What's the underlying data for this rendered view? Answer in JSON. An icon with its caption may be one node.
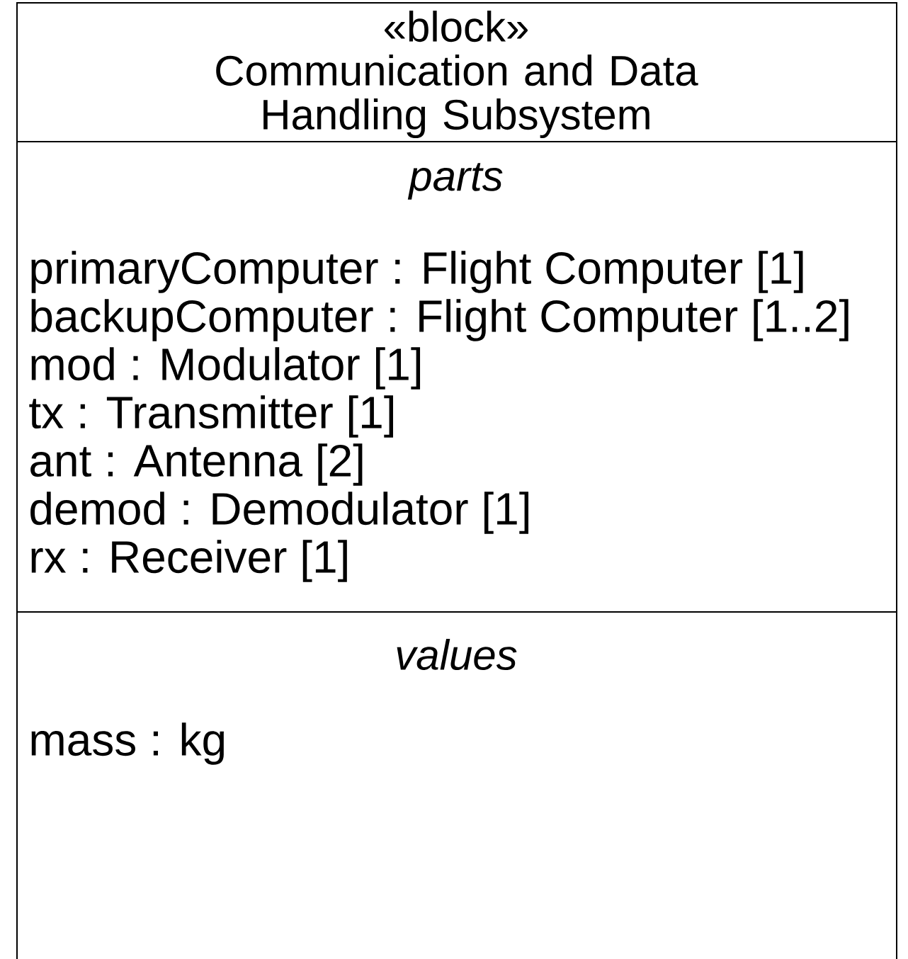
{
  "diagram": {
    "nodes": [
      {
        "text": [
          "«block»",
          "Communication and Data Handling Subsystem"
        ]
      },
      {
        "text": [
          "parts",
          "primaryComputer : Flight Computer [1]",
          "backupComputer : Flight Computer [1..2]",
          "mod : Modulator [1]",
          "tx : Transmitter [1]",
          "ant : Antenna [2]",
          "demod : Demodulator [1]",
          "rx : Receiver [1]"
        ],
        "in": 0
      },
      {
        "text": [
          "values",
          "mass : kg"
        ],
        "in": 0
      }
    ]
  }
}
